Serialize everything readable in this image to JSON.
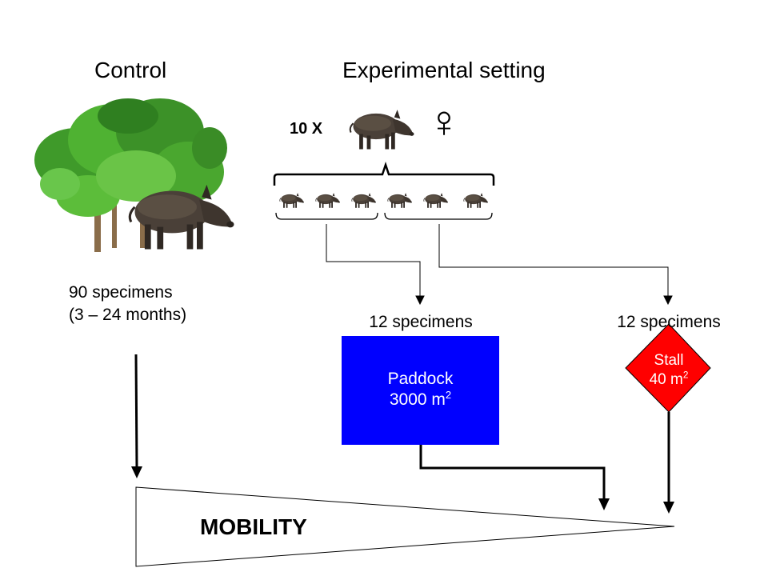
{
  "control": {
    "title": "Control",
    "count": "90 specimens",
    "age_range": "(3 – 24 months)"
  },
  "experimental": {
    "title": "Experimental setting",
    "multiplier": "10 X",
    "sex_symbol": "♀",
    "paddock_count": "12 specimens",
    "stall_count": "12 specimens"
  },
  "paddock": {
    "name": "Paddock",
    "area_value": "3000 m",
    "area_exp": "2",
    "color": "#0000ff"
  },
  "stall": {
    "name": "Stall",
    "area_value": "40 m",
    "area_exp": "2",
    "color": "#ff0000"
  },
  "mobility": {
    "label": "MOBILITY"
  },
  "icons": [
    "tree-icon",
    "wild-boar-icon",
    "female-symbol-icon"
  ]
}
